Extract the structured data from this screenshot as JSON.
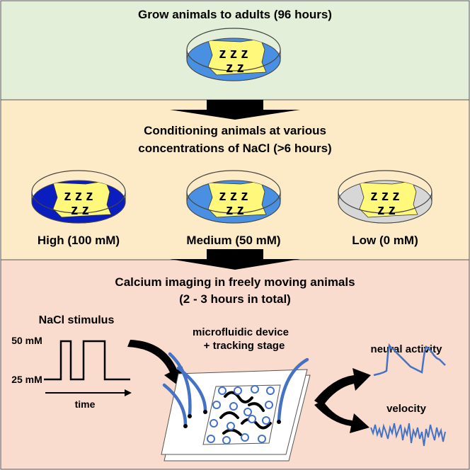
{
  "colors": {
    "panel1_bg": "#e3efd9",
    "panel2_bg": "#fdebc8",
    "panel3_bg": "#f9dccd",
    "medium_blue": "#4a90e2",
    "high_blue": "#0a1ebf",
    "low_gray": "#d7d7d7",
    "bacteria_yellow": "#fff87a",
    "trace_blue": "#4472c4",
    "arrow": "#000000"
  },
  "step1": {
    "title": "Grow animals to adults (96 hours)",
    "worms": "zzz zz"
  },
  "step2": {
    "title_line1": "Conditioning animals at various",
    "title_line2": "concentrations of NaCl (>6 hours)",
    "conditions": [
      {
        "label": "High (100 mM)",
        "fill": "#0a1ebf"
      },
      {
        "label": "Medium (50 mM)",
        "fill": "#4a90e2"
      },
      {
        "label": "Low (0 mM)",
        "fill": "#d7d7d7"
      }
    ]
  },
  "step3": {
    "title_line1": "Calcium imaging in freely moving animals",
    "title_line2": "(2 - 3 hours in total)",
    "stimulus": {
      "title": "NaCl stimulus",
      "high_label": "50 mM",
      "low_label": "25 mM",
      "time_label": "time"
    },
    "device": {
      "line1": "microfluidic device",
      "line2": "+ tracking stage"
    },
    "outputs": {
      "neural_label": "neural activity",
      "velocity_label": "velocity"
    }
  }
}
